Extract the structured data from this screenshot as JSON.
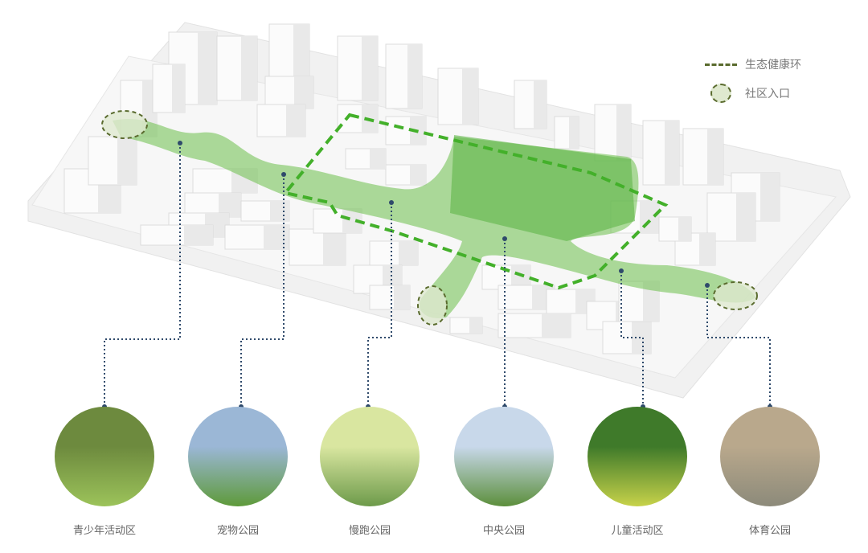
{
  "legend": {
    "ring_label": "生态健康环",
    "entrance_label": "社区入口"
  },
  "colors": {
    "green_path": "#6cc04a",
    "ring_dash": "#43b02a",
    "entrance_stroke": "#5a6b2e",
    "leader_line": "#2f4a6b"
  },
  "zones": [
    {
      "label": "青少年活动区",
      "photo_top": "#6d8a3e",
      "photo_bottom": "#9cc35a"
    },
    {
      "label": "宠物公园",
      "photo_top": "#9bb7d6",
      "photo_bottom": "#5e9a3a"
    },
    {
      "label": "慢跑公园",
      "photo_top": "#d9e6a0",
      "photo_bottom": "#6d9a4a"
    },
    {
      "label": "中央公园",
      "photo_top": "#c8d8ea",
      "photo_bottom": "#5c8f3c"
    },
    {
      "label": "儿童活动区",
      "photo_top": "#3f7a2a",
      "photo_bottom": "#c7d24a"
    },
    {
      "label": "体育公园",
      "photo_top": "#b9a88c",
      "photo_bottom": "#8c8a7a"
    }
  ]
}
